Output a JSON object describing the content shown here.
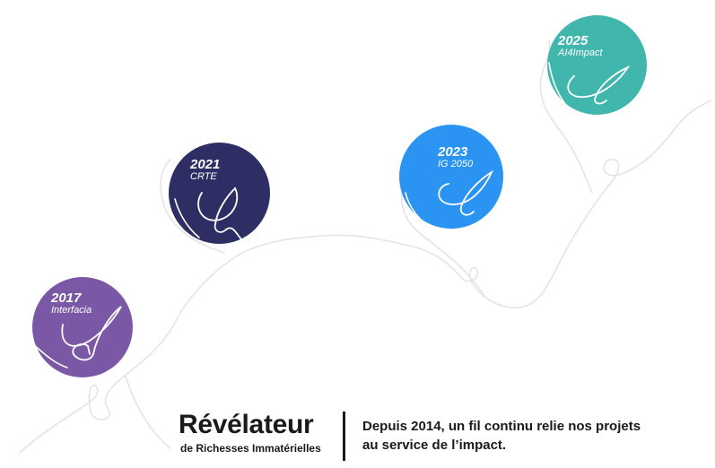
{
  "milestones": [
    {
      "year": "2017",
      "name": "Interfacia",
      "color": "#7b58a6"
    },
    {
      "year": "2021",
      "name": "CRTE",
      "color": "#2e2e64"
    },
    {
      "year": "2023",
      "name": "IG 2050",
      "color": "#2b94f3"
    },
    {
      "year": "2025",
      "name": "AI4Impact",
      "color": "#40b6ad"
    }
  ],
  "brand": {
    "title": "Révélateur",
    "subtitle": "de Richesses Immatérielles"
  },
  "tagline": {
    "line1": "Depuis 2014, un fil continu relie nos projets",
    "line2": "au service de l’impact."
  },
  "colors": {
    "thread": "#e2e2e2",
    "text": "#1a1a1a"
  }
}
